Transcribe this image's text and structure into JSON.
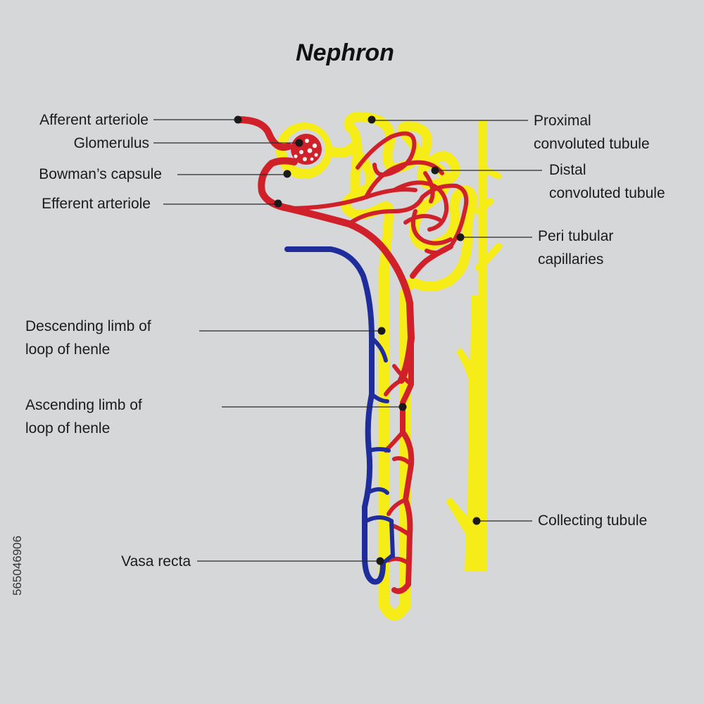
{
  "title": "Nephron",
  "labels": {
    "afferent_arteriole": "Afferent arteriole",
    "glomerulus": "Glomerulus",
    "bowmans_capsule": "Bowman’s capsule",
    "efferent_arteriole": "Efferent arteriole",
    "proximal_line1": "Proximal",
    "proximal_line2": "convoluted tubule",
    "distal_line1": "Distal",
    "distal_line2": "convoluted tubule",
    "peri_line1": "Peri tubular",
    "peri_line2": "capillaries",
    "descending_line1": "Descending limb of",
    "descending_line2": "loop of henle",
    "ascending_line1": "Ascending limb of",
    "ascending_line2": "loop of henle",
    "collecting_tubule": "Collecting tubule",
    "vasa_recta": "Vasa recta"
  },
  "stock_id": "565046906",
  "colors": {
    "background": "#d6d7d9",
    "tubule": "#f5ec18",
    "artery": "#d0202a",
    "vein": "#1f2d9c"
  }
}
